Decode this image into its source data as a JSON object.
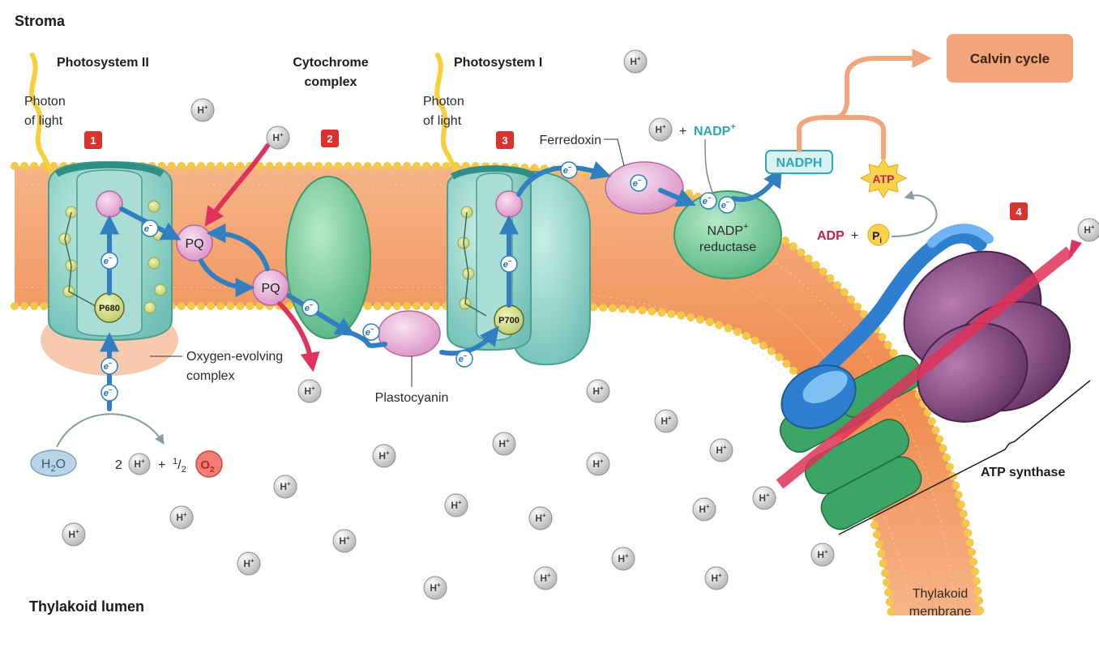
{
  "labels": {
    "stroma": "Stroma",
    "lumen": "Thylakoid lumen",
    "ps2": "Photosystem II",
    "ps1": "Photosystem I",
    "cyt_line1": "Cytochrome",
    "cyt_line2": "complex",
    "photon_line1": "Photon",
    "photon_line2": "of light",
    "p680": "P680",
    "p700": "P700",
    "pq": "PQ",
    "oec_line1": "Oxygen-evolving",
    "oec_line2": "complex",
    "plastocyanin": "Plastocyanin",
    "ferredoxin": "Ferredoxin",
    "nadp_red_line1": "NADP",
    "nadp_red_line1_sup": "+",
    "nadp_red_line2": "reductase",
    "nadp": "NADP",
    "nadp_sup": "+",
    "plus": "+",
    "nadph": "NADPH",
    "atp": "ATP",
    "adp": "ADP",
    "pi": "P",
    "pi_sub": "i",
    "calvin": "Calvin cycle",
    "atp_synthase": "ATP synthase",
    "membrane_line1": "Thylakoid",
    "membrane_line2": "membrane",
    "water": "H",
    "water_sub": "2",
    "water_o": "O",
    "two": "2",
    "half_num": "1",
    "half_den": "2",
    "o2": "O",
    "o2_sub": "2",
    "proton": "H",
    "proton_sup": "+",
    "electron": "e",
    "electron_sup": "–"
  },
  "steps": [
    "1",
    "2",
    "3",
    "4"
  ],
  "colors": {
    "membrane": "#f29a5e",
    "head_beads": "#f5c84a",
    "protein_teal": "#8fd1c8",
    "protein_green": "#6cc79a",
    "carrier_pink": "#e7a9d3",
    "electron_arrow": "#2f7fc1",
    "proton_arrow": "#e0325a",
    "step_badge": "#d9332e",
    "calvin_box": "#f2a57a",
    "nadph_text": "#2fa7b8",
    "atp_text": "#c4204f",
    "atp_synthase_purple": "#7a3e78",
    "atp_synthase_green": "#3aa564",
    "atp_synthase_blue": "#2f7fd0"
  }
}
